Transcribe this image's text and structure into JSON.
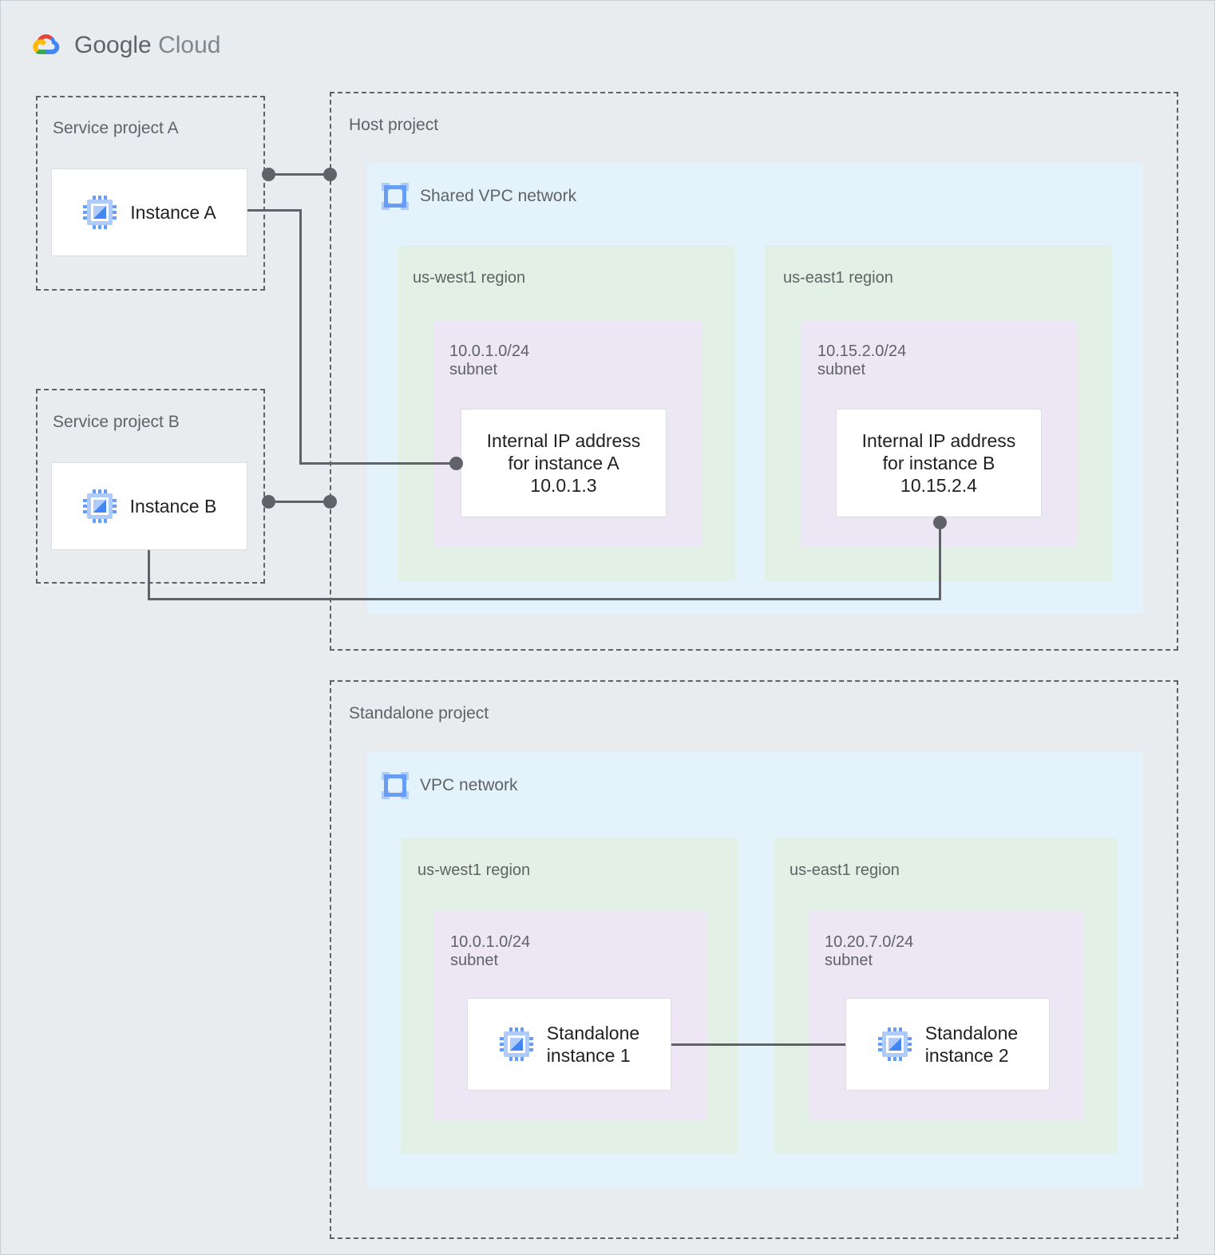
{
  "brand": {
    "name": "Google Cloud",
    "word_google": "Google",
    "word_cloud": "Cloud",
    "logo_icon": "google-cloud-logo-icon",
    "colors": {
      "red": "#EA4335",
      "blue": "#4285F4",
      "yellow": "#FBBC04",
      "green": "#34A853",
      "text": "#5F6368"
    }
  },
  "palette": {
    "background": "#E8ECEE",
    "vpc_fill": "#E4F2FB",
    "region_fill": "#E3F0E6",
    "subnet_fill": "#ECE6F5",
    "card_fill": "#FFFFFF",
    "stroke": "#5F6368",
    "icon_blue_light": "#AECBFA",
    "icon_blue": "#669DF6",
    "icon_blue_dark": "#4285F4"
  },
  "projects": [
    {
      "id": "service-project-a",
      "label": "Service project A",
      "instance": {
        "label": "Instance A",
        "icon": "vm-instance-icon"
      }
    },
    {
      "id": "service-project-b",
      "label": "Service project B",
      "instance": {
        "label": "Instance B",
        "icon": "vm-instance-icon"
      }
    },
    {
      "id": "host-project",
      "label": "Host project",
      "network": {
        "title": "Shared VPC network",
        "icon": "vpc-network-icon",
        "regions": [
          {
            "label": "us-west1 region",
            "subnet": {
              "cidr": "10.0.1.0/24",
              "kind": "subnet",
              "text": "10.0.1.0/24\nsubnet"
            },
            "card": {
              "text": "Internal IP address\nfor instance A\n10.0.1.3",
              "line1": "Internal IP address",
              "line2": "for instance A",
              "ip": "10.0.1.3"
            }
          },
          {
            "label": "us-east1 region",
            "subnet": {
              "cidr": "10.15.2.0/24",
              "kind": "subnet",
              "text": "10.15.2.0/24\nsubnet"
            },
            "card": {
              "text": "Internal IP address\nfor instance B\n10.15.2.4",
              "line1": "Internal IP address",
              "line2": "for instance B",
              "ip": "10.15.2.4"
            }
          }
        ]
      }
    },
    {
      "id": "standalone-project",
      "label": "Standalone project",
      "network": {
        "title": "VPC network",
        "icon": "vpc-network-icon",
        "regions": [
          {
            "label": "us-west1 region",
            "subnet": {
              "cidr": "10.0.1.0/24",
              "kind": "subnet",
              "text": "10.0.1.0/24\nsubnet"
            },
            "card": {
              "text": "Standalone\ninstance 1",
              "icon": "vm-instance-icon"
            }
          },
          {
            "label": "us-east1 region",
            "subnet": {
              "cidr": "10.20.7.0/24",
              "kind": "subnet",
              "text": "10.20.7.0/24\nsubnet"
            },
            "card": {
              "text": "Standalone\ninstance 2",
              "icon": "vm-instance-icon"
            }
          }
        ]
      }
    }
  ],
  "connections": [
    {
      "from": "instance-a",
      "to": "host-project-boundary",
      "style": "dot-line-dot"
    },
    {
      "from": "instance-a",
      "to": "internal-ip-instance-a",
      "style": "elbow-dot"
    },
    {
      "from": "instance-b",
      "to": "host-project-boundary",
      "style": "dot-line-dot"
    },
    {
      "from": "instance-b",
      "to": "internal-ip-instance-b",
      "style": "elbow-dot"
    },
    {
      "from": "standalone-instance-1",
      "to": "standalone-instance-2",
      "style": "line"
    }
  ]
}
